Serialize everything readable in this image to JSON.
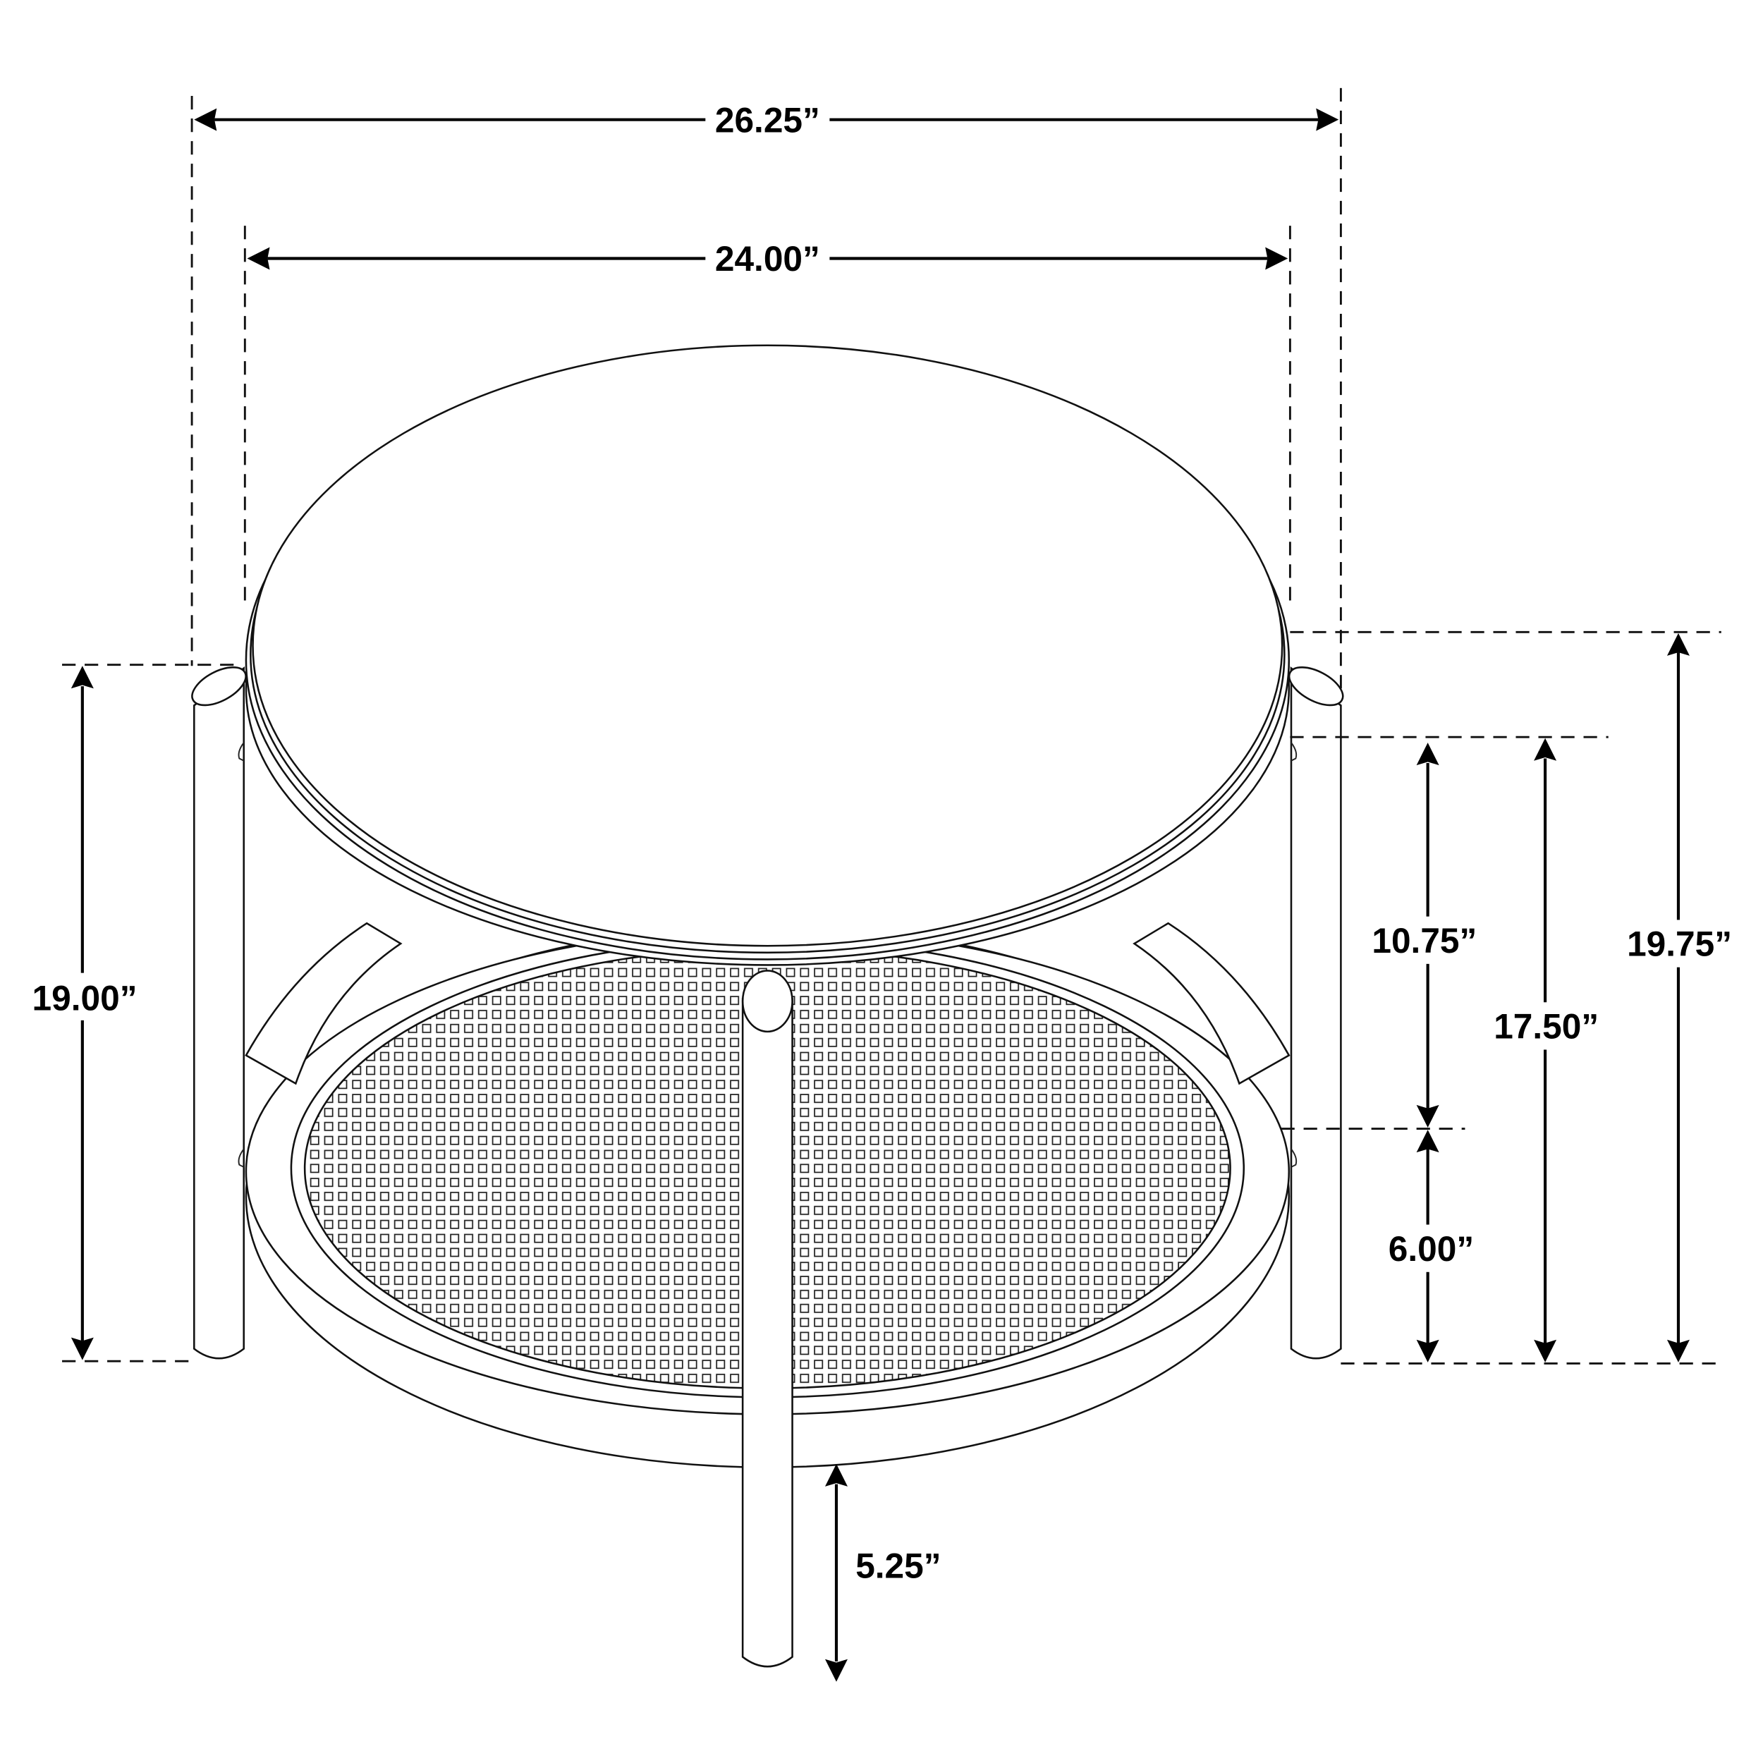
{
  "figure": {
    "title": "Round coffee table dimension drawing",
    "unit": "inches",
    "colors": {
      "line": "#111111",
      "background": "#ffffff",
      "text": "#000000"
    }
  },
  "dimensions": {
    "overall_width": {
      "label": "26.25”",
      "value": 26.25,
      "orientation": "horizontal",
      "description": "overall width including legs"
    },
    "top_diameter": {
      "label": "24.00”",
      "value": 24.0,
      "orientation": "horizontal",
      "description": "table top diameter"
    },
    "leg_height_left": {
      "label": "19.00”",
      "value": 19.0,
      "orientation": "vertical",
      "description": "leg height"
    },
    "overall_height": {
      "label": "19.75”",
      "value": 19.75,
      "orientation": "vertical",
      "description": "overall height"
    },
    "top_underside_height": {
      "label": "17.50”",
      "value": 17.5,
      "orientation": "vertical",
      "description": "floor to underside of top"
    },
    "shelf_clearance": {
      "label": "10.75”",
      "value": 10.75,
      "orientation": "vertical",
      "description": "shelf to underside of top"
    },
    "shelf_height": {
      "label": "6.00”",
      "value": 6.0,
      "orientation": "vertical",
      "description": "floor to shelf"
    },
    "floor_to_shelf_bottom": {
      "label": "5.25”",
      "value": 5.25,
      "orientation": "vertical",
      "description": "floor to bottom of shelf frame"
    }
  },
  "components": {
    "table_top": "round top",
    "shelf": "round lower shelf with cane (woven square grid) insert",
    "legs": 4
  }
}
